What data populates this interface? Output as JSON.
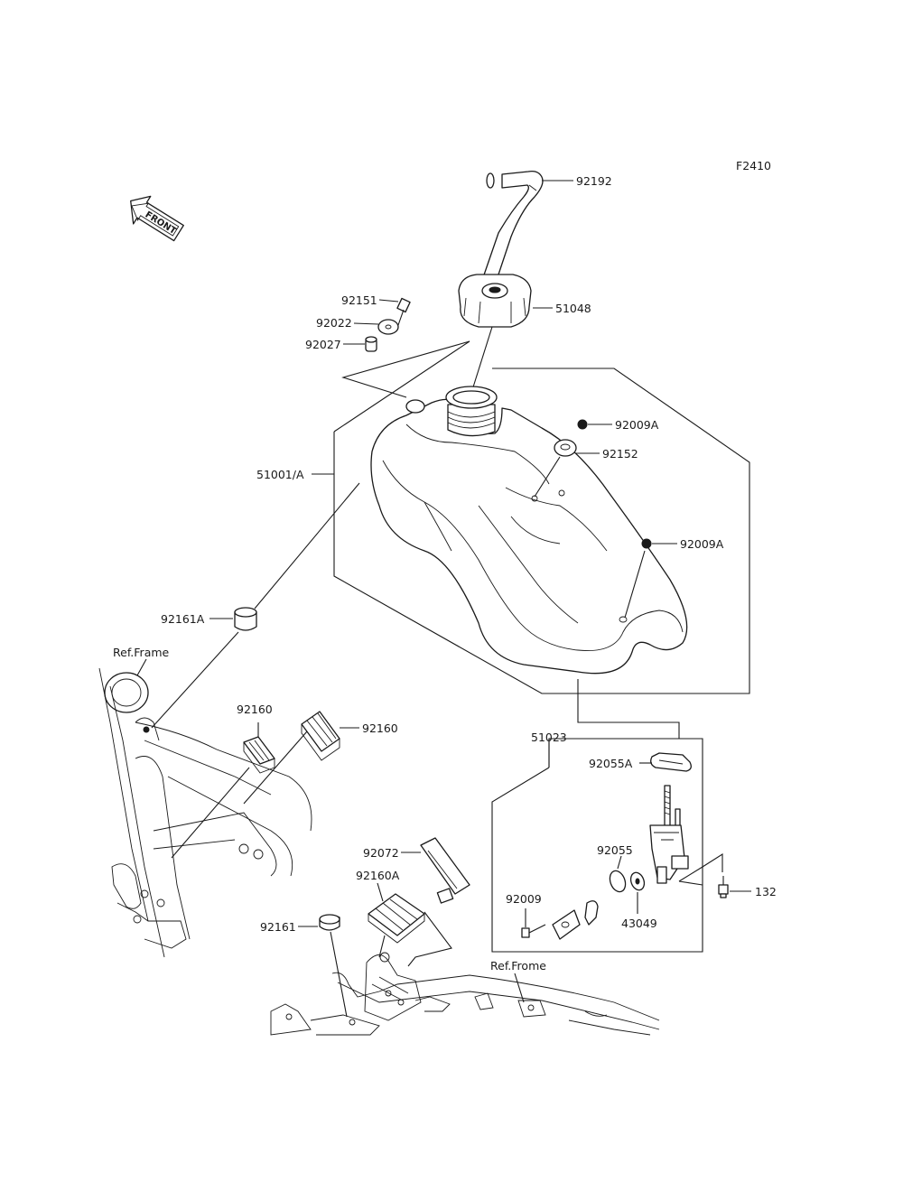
{
  "diagram_code": "F2410",
  "front_arrow_label": "FRONT",
  "ref_labels": [
    "Ref.Frame",
    "Ref.Frome"
  ],
  "callouts": [
    {
      "id": "c92192",
      "label": "92192"
    },
    {
      "id": "c92151",
      "label": "92151"
    },
    {
      "id": "c92022",
      "label": "92022"
    },
    {
      "id": "c92027",
      "label": "92027"
    },
    {
      "id": "c51048",
      "label": "51048"
    },
    {
      "id": "c92009A_1",
      "label": "92009A"
    },
    {
      "id": "c92152",
      "label": "92152"
    },
    {
      "id": "c51001A",
      "label": "51001/A"
    },
    {
      "id": "c92009A_2",
      "label": "92009A"
    },
    {
      "id": "c92161A",
      "label": "92161A"
    },
    {
      "id": "c92160_1",
      "label": "92160"
    },
    {
      "id": "c92160_2",
      "label": "92160"
    },
    {
      "id": "c51023",
      "label": "51023"
    },
    {
      "id": "c92055A",
      "label": "92055A"
    },
    {
      "id": "c92055",
      "label": "92055"
    },
    {
      "id": "c92072",
      "label": "92072"
    },
    {
      "id": "c92160A",
      "label": "92160A"
    },
    {
      "id": "c92009",
      "label": "92009"
    },
    {
      "id": "c43049",
      "label": "43049"
    },
    {
      "id": "c132",
      "label": "132"
    },
    {
      "id": "c92161",
      "label": "92161"
    }
  ]
}
